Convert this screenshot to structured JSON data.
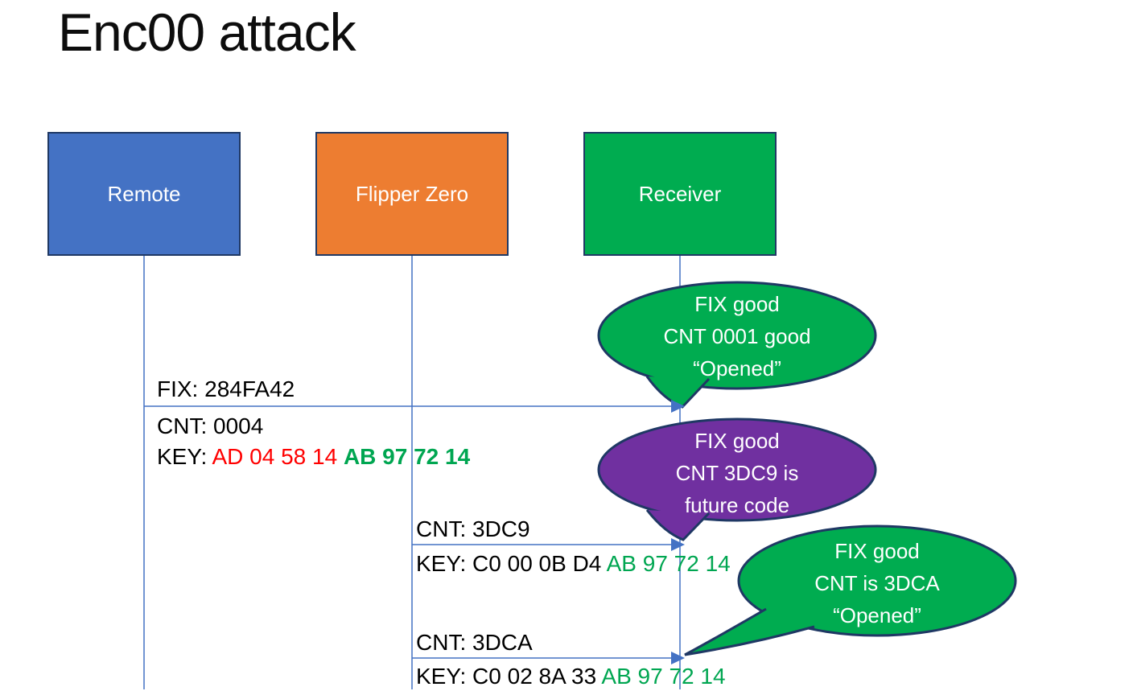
{
  "title": "Enc00 attack",
  "actors": [
    {
      "label": "Remote",
      "color": "#4472C4"
    },
    {
      "label": "Flipper Zero",
      "color": "#ED7D31"
    },
    {
      "label": "Receiver",
      "color": "#00AC50"
    }
  ],
  "messages": [
    {
      "from": "Remote",
      "to": "Receiver",
      "fix_line": "FIX: 284FA42",
      "cnt_line": "CNT: 0004",
      "key_label": "KEY: ",
      "key_changing": "AD 04 58 14 ",
      "key_fixed": "AB 97 72 14"
    },
    {
      "from": "Flipper Zero",
      "to": "Receiver",
      "cnt_line": "CNT: 3DC9",
      "key_label": "KEY: ",
      "key_changing": "C0 00 0B D4 ",
      "key_fixed": "AB 97 72 14"
    },
    {
      "from": "Flipper Zero",
      "to": "Receiver",
      "cnt_line": "CNT: 3DCA",
      "key_label": "KEY: ",
      "key_changing": "C0 02 8A 33 ",
      "key_fixed": "AB 97 72 14"
    }
  ],
  "callouts": [
    {
      "color": "#00AC50",
      "lines": [
        "FIX good",
        "CNT 0001 good",
        "“Opened”"
      ]
    },
    {
      "color": "#7030A0",
      "lines": [
        "FIX good",
        "CNT 3DC9 is",
        "future code"
      ]
    },
    {
      "color": "#00AC50",
      "lines": [
        "FIX good",
        "CNT is 3DCA",
        "“Opened”"
      ]
    }
  ],
  "colors": {
    "actor_blue": "#4472C4",
    "actor_orange": "#ED7D31",
    "shape_green": "#00AC50",
    "callout_purple": "#7030A0",
    "outline_navy": "#1F3864",
    "connector_blue": "#4472C4",
    "key_changing_red": "#FF0000",
    "key_fixed_green": "#00A651",
    "text_black": "#000000",
    "background": "#FFFFFF"
  }
}
